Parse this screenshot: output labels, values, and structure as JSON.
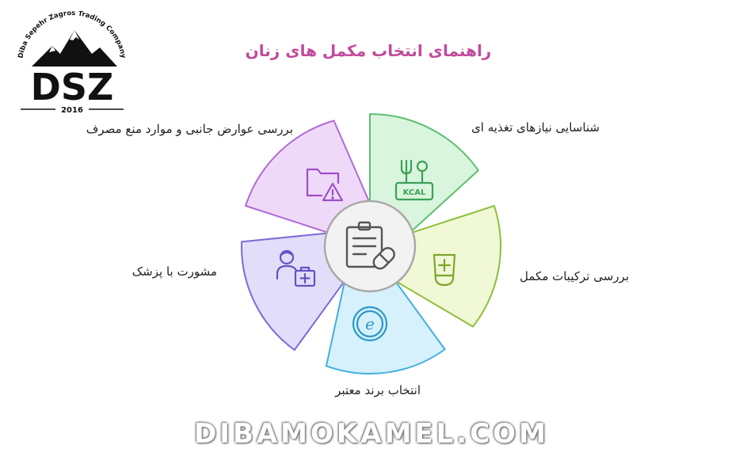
{
  "header": {
    "title": "راهنمای انتخاب مکمل های زنان"
  },
  "logo": {
    "company_name": "Diba Sepehr Zagros Trading Company",
    "letters": "DSZ",
    "year": "2016"
  },
  "diagram": {
    "center_icon": "clipboard-pill-icon",
    "steps": [
      {
        "label": "شناسایی نیازهای تغذیه ای",
        "icon": "kcal-utensils-icon",
        "fill": "#d9f5dd",
        "stroke": "#5cbf72"
      },
      {
        "label": "بررسی ترکیبات مکمل",
        "icon": "supplement-tube-icon",
        "fill": "#f0f8d6",
        "stroke": "#8fbf3a"
      },
      {
        "label": "انتخاب برند معتبر",
        "icon": "brand-e-icon",
        "fill": "#d6f1fb",
        "stroke": "#43aee0"
      },
      {
        "label": "مشورت با پزشک",
        "icon": "doctor-medkit-icon",
        "fill": "#e2defa",
        "stroke": "#7a6bd6"
      },
      {
        "label": "بررسی عوارض جانبی و موارد منع مصرف",
        "icon": "folder-warning-icon",
        "fill": "#efd9f8",
        "stroke": "#b069d6"
      }
    ]
  },
  "watermark": {
    "text": "DIBAMOKAMEL.COM"
  }
}
